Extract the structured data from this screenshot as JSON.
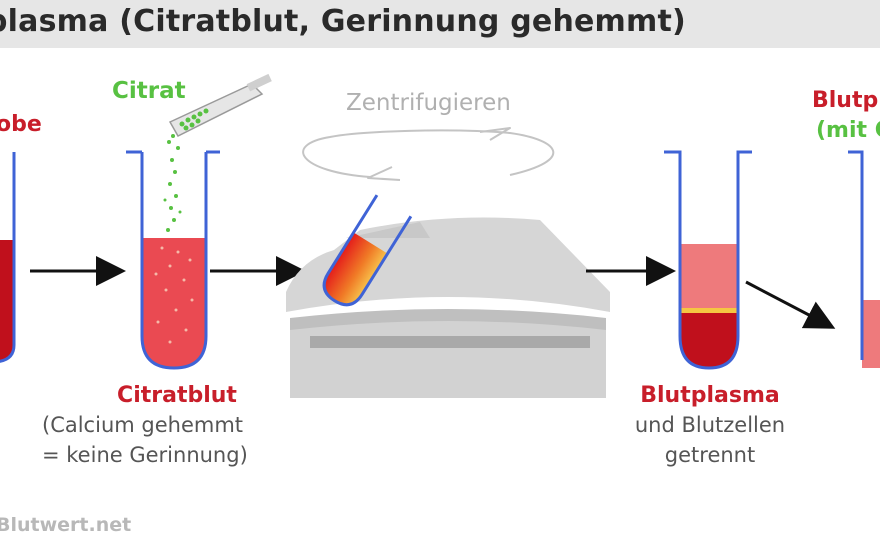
{
  "title": "plasma (Citratblut, Gerinnung gehemmt)",
  "labels": {
    "probe": "obe",
    "citrat": "Citrat",
    "zentrifugieren": "Zentrifugieren",
    "citratblut": "Citratblut",
    "citratblut_note_1": "(Calcium gehemmt",
    "citratblut_note_2": "= keine Gerinnung)",
    "blutplasma": "Blutplasma",
    "blutplasma_note_1": "und Blutzellen",
    "blutplasma_note_2": "getrennt",
    "right_title": "Blutp",
    "right_note": "(mit C"
  },
  "footer": "Blutwert.net",
  "colors": {
    "blood_dark": "#c0101c",
    "blood_light": "#ea4a52",
    "plasma": "#ee7a7c",
    "buffy": "#f5c642",
    "tube_outline": "#3f63d6",
    "citrat_green": "#58c142",
    "label_red": "#c81e2a",
    "centrifuge": "#d4d4d4"
  }
}
